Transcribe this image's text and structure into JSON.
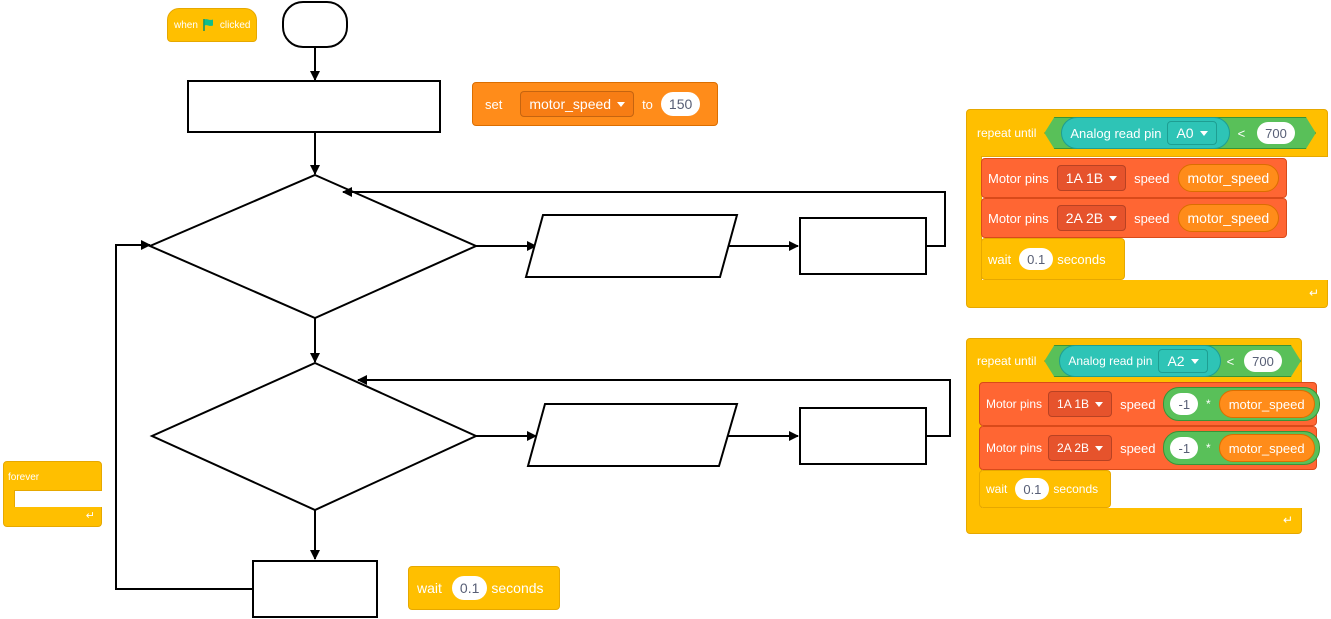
{
  "hat": {
    "when": "when",
    "clicked": "clicked"
  },
  "set_block": {
    "set": "set",
    "variable": "motor_speed",
    "to": "to",
    "value": "150"
  },
  "loop1": {
    "repeat_until": "repeat until",
    "analog": "Analog read pin",
    "pin": "A0",
    "op": "<",
    "threshold": "700",
    "motor_label": "Motor pins",
    "pins1": "1A 1B",
    "pins2": "2A 2B",
    "speed": "speed",
    "var": "motor_speed",
    "wait": "wait",
    "wait_val": "0.1",
    "seconds": "seconds"
  },
  "loop2": {
    "repeat_until": "repeat until",
    "analog": "Analog read pin",
    "pin": "A2",
    "op": "<",
    "threshold": "700",
    "motor_label": "Motor pins",
    "pins1": "1A 1B",
    "pins2": "2A 2B",
    "speed": "speed",
    "neg": "-1",
    "mul": "*",
    "var": "motor_speed",
    "wait": "wait",
    "wait_val": "0.1",
    "seconds": "seconds"
  },
  "forever": {
    "label": "forever"
  },
  "wait_block": {
    "wait": "wait",
    "value": "0.1",
    "seconds": "seconds"
  },
  "colors": {
    "events": "#ffbf00",
    "variables": "#ff8c1a",
    "motors": "#ff6633",
    "sensing": "#2ec4b6",
    "operators": "#59c059",
    "flag": "#0fbd8c"
  }
}
